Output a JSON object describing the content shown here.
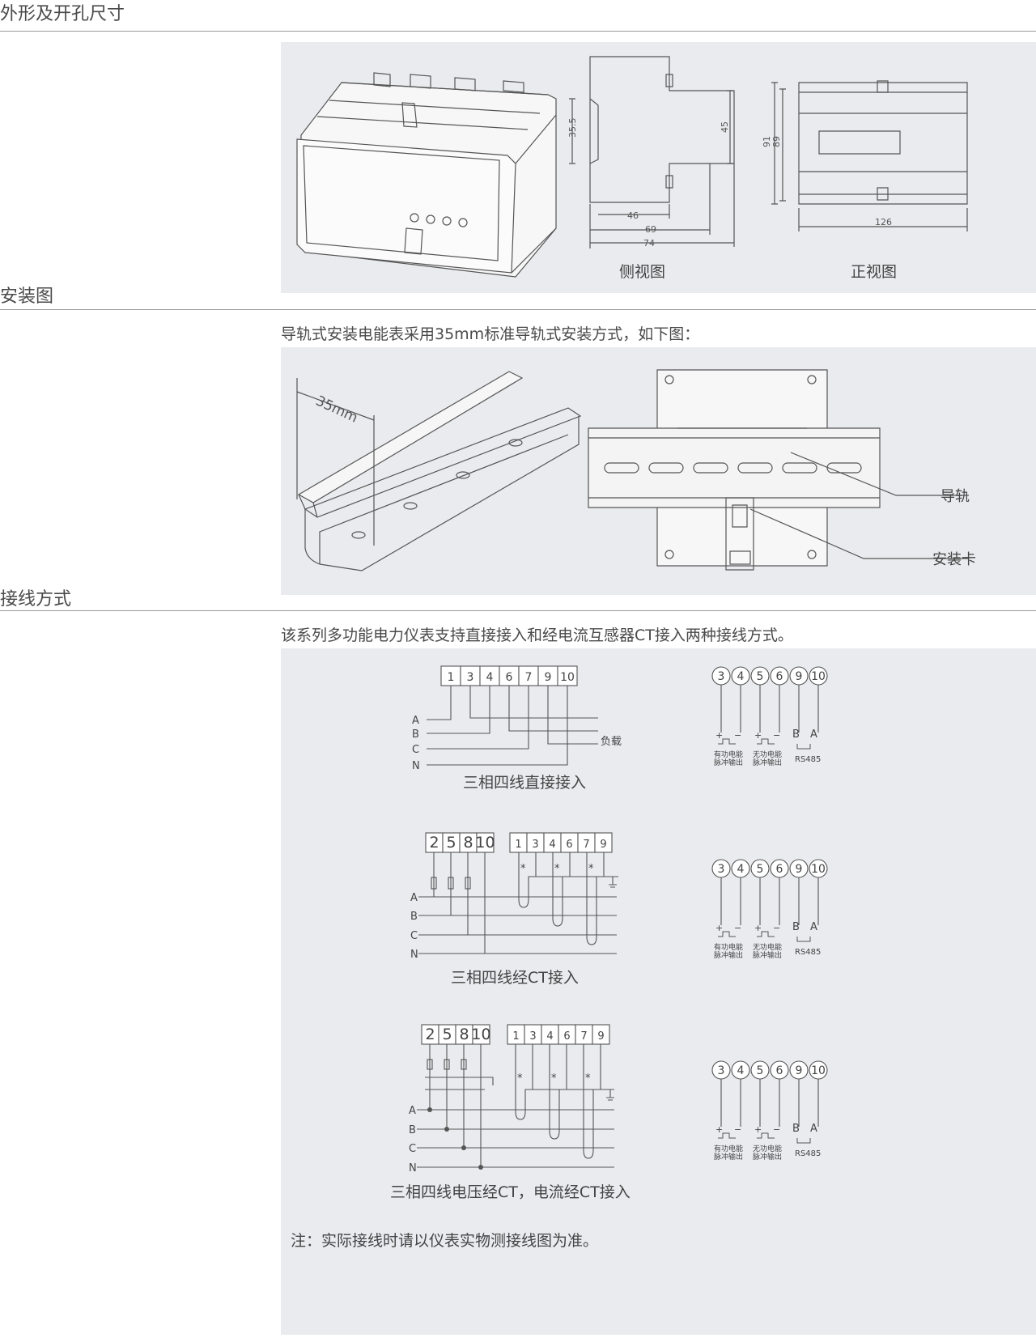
{
  "sections": {
    "dimensions": {
      "title": "外形及开孔尺寸"
    },
    "installation": {
      "title": "安装图",
      "description": "导轨式安装电能表采用35mm标准导轨式安装方式，如下图："
    },
    "wiring": {
      "title": "接线方式",
      "description": "该系列多功能电力仪表支持直接接入和经电流互感器CT接入两种接线方式。"
    }
  },
  "dimension_figure": {
    "side_view_caption": "侧视图",
    "front_view_caption": "正视图",
    "dim_35_5": "35.5",
    "dim_45": "45",
    "dim_46": "46",
    "dim_69": "69",
    "dim_74": "74",
    "dim_91": "91",
    "dim_89": "89",
    "dim_126": "126"
  },
  "rail_figure": {
    "width_label": "35mm",
    "rail_callout": "导轨",
    "clip_callout": "安装卡"
  },
  "wiring_common": {
    "output_terminals": [
      "3",
      "4",
      "5",
      "6",
      "9",
      "10"
    ],
    "plus": "+",
    "minus": "−",
    "bus_b": "B",
    "bus_a": "A",
    "active_out_line1": "有功电能",
    "active_out_line2": "脉冲输出",
    "reactive_out_line1": "无功电能",
    "reactive_out_line2": "脉冲输出",
    "rs485": "RS485",
    "phases": [
      "A",
      "B",
      "C",
      "N"
    ]
  },
  "wiring_direct": {
    "terminals": [
      "1",
      "3",
      "4",
      "6",
      "7",
      "9",
      "10"
    ],
    "load_label": "负载",
    "caption": "三相四线直接接入"
  },
  "wiring_ct": {
    "voltage_terminals": [
      "2",
      "5",
      "8",
      "10"
    ],
    "current_terminals": [
      "1",
      "3",
      "4",
      "6",
      "7",
      "9"
    ],
    "ct_mark": "*",
    "caption": "三相四线经CT接入"
  },
  "wiring_pt_ct": {
    "voltage_terminals": [
      "2",
      "5",
      "8",
      "10"
    ],
    "current_terminals": [
      "1",
      "3",
      "4",
      "6",
      "7",
      "9"
    ],
    "ct_mark": "*",
    "caption": "三相四线电压经CT，电流经CT接入"
  },
  "note": "注：实际接线时请以仪表实物测接线图为准。"
}
